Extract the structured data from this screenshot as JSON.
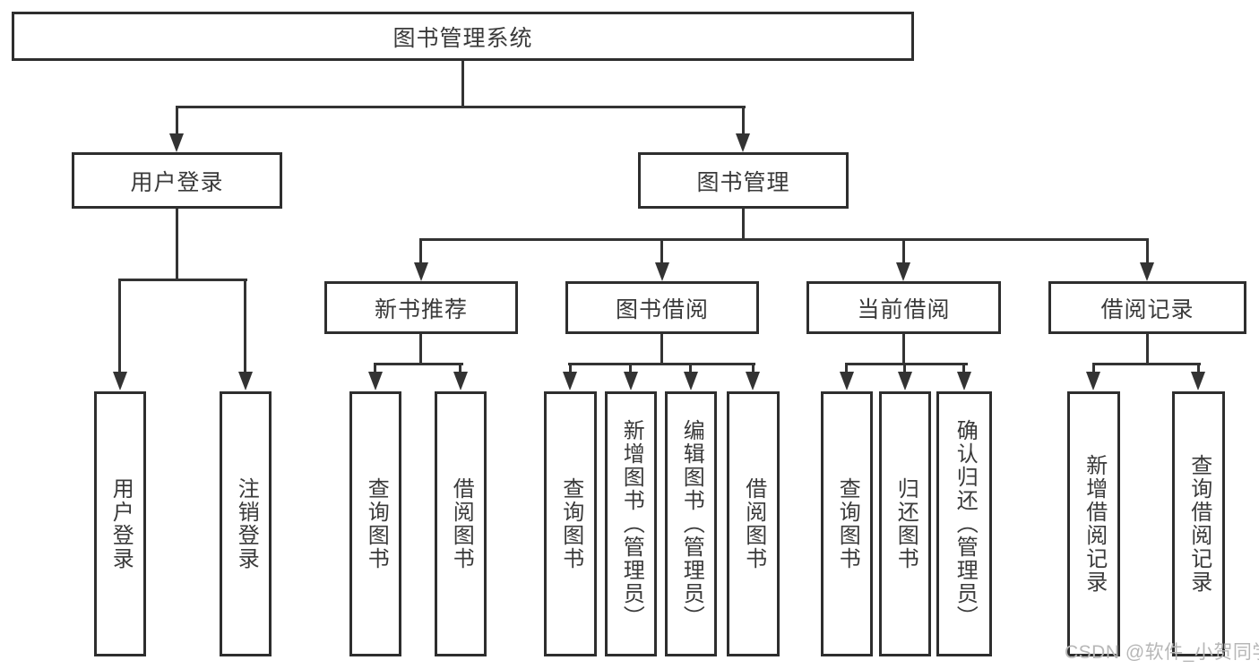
{
  "tree": {
    "root": {
      "label": "图书管理系统"
    },
    "children": [
      {
        "label": "用户登录",
        "children": [
          {
            "label": "用户登录"
          },
          {
            "label": "注销登录"
          }
        ]
      },
      {
        "label": "图书管理",
        "children": [
          {
            "label": "新书推荐",
            "children": [
              {
                "label": "查询图书"
              },
              {
                "label": "借阅图书"
              }
            ]
          },
          {
            "label": "图书借阅",
            "children": [
              {
                "label": "查询图书"
              },
              {
                "label": "新增图书（管理员）"
              },
              {
                "label": "编辑图书（管理员）"
              },
              {
                "label": "借阅图书"
              }
            ]
          },
          {
            "label": "当前借阅",
            "children": [
              {
                "label": "查询图书"
              },
              {
                "label": "归还图书"
              },
              {
                "label": "确认归还（管理员）"
              }
            ]
          },
          {
            "label": "借阅记录",
            "children": [
              {
                "label": "新增借阅记录"
              },
              {
                "label": "查询借阅记录"
              }
            ]
          }
        ]
      }
    ]
  },
  "watermark": {
    "text": "CSDN @软件_小贺同学"
  },
  "colors": {
    "line": "#333333",
    "box_border": "#2e2e2e",
    "text": "#3a3a3a",
    "watermark": "#b7b7b7",
    "background": "#ffffff"
  }
}
